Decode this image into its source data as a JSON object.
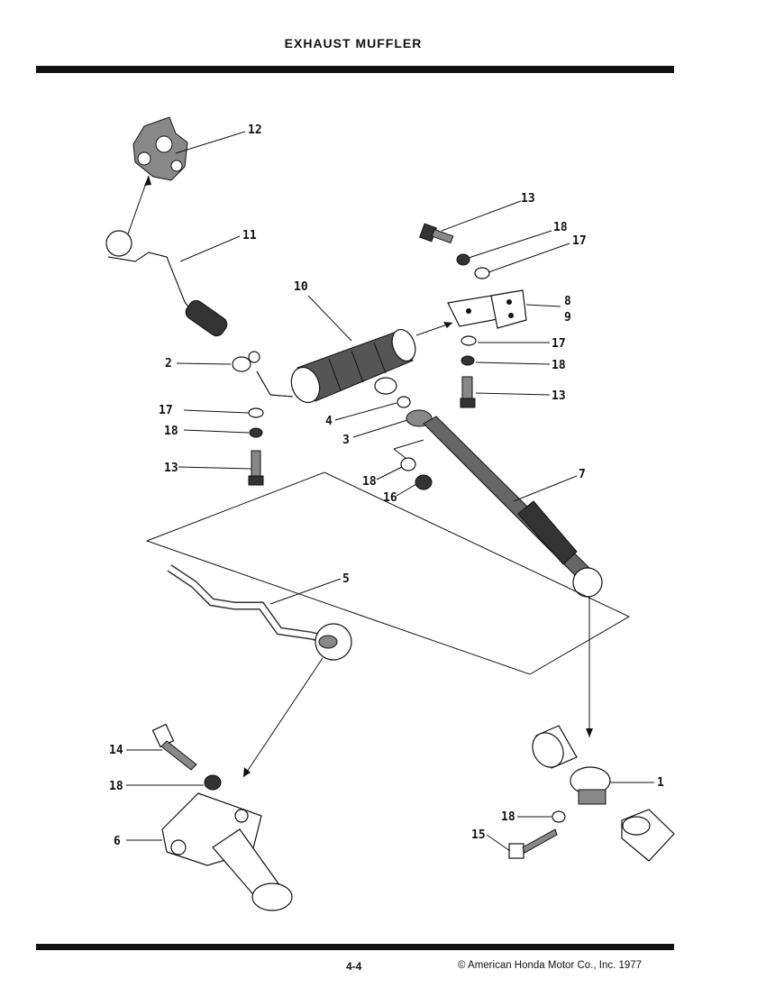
{
  "page": {
    "title": "EXHAUST MUFFLER",
    "page_number": "4-4",
    "copyright": "©  American Honda Motor Co., Inc.  1977"
  },
  "callouts": {
    "c1": "1",
    "c2": "2",
    "c3": "3",
    "c4": "4",
    "c5": "5",
    "c6": "6",
    "c7": "7",
    "c8": "8",
    "c9": "9",
    "c10": "10",
    "c11": "11",
    "c12": "12",
    "c13a": "13",
    "c13b": "13",
    "c13c": "13",
    "c14": "14",
    "c15": "15",
    "c16": "16",
    "c17a": "17",
    "c17b": "17",
    "c17c": "17",
    "c18a": "18",
    "c18b": "18",
    "c18c": "18",
    "c18d": "18",
    "c18e": "18",
    "c18f": "18"
  }
}
